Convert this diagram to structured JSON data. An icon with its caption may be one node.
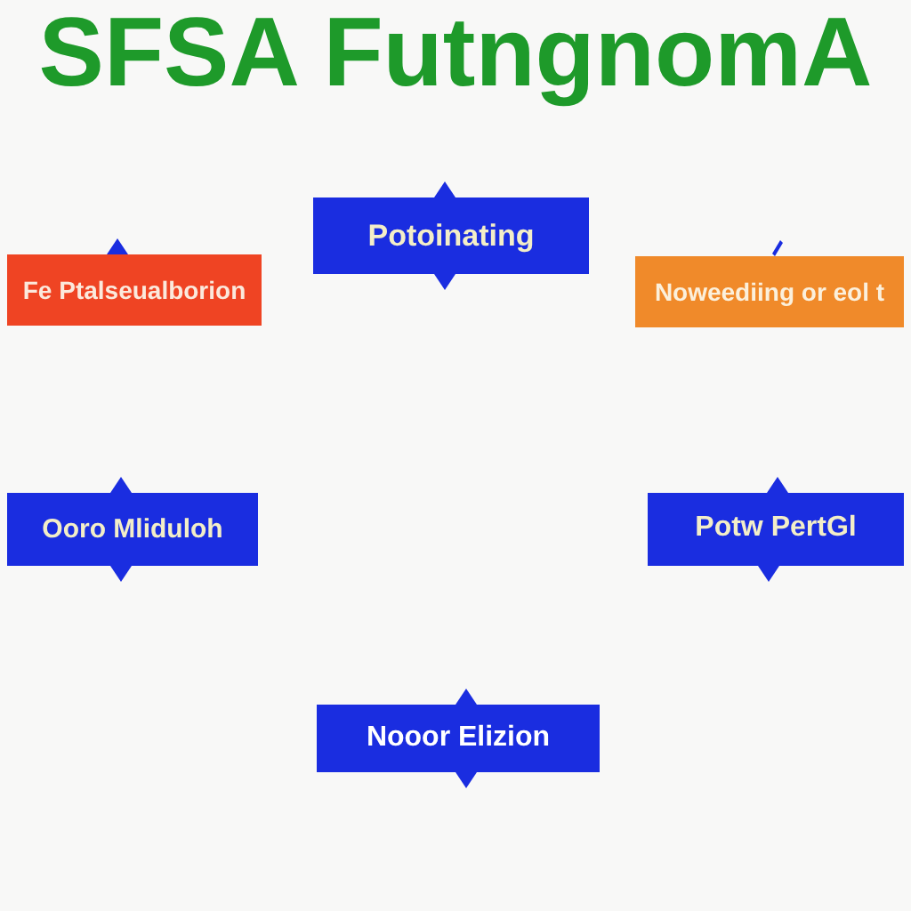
{
  "diagram": {
    "title": "SFSA FutngnomA",
    "nodes": [
      {
        "text": [
          "Potoinating"
        ]
      },
      {
        "text": [
          "Fe Ptalseualborion"
        ]
      },
      {
        "text": [
          "Noweediing or eol t"
        ]
      },
      {
        "text": [
          "Ooro Mliduloh"
        ]
      },
      {
        "text": [
          "Potw PertGl"
        ]
      },
      {
        "text": [
          "Nooor Elizion"
        ]
      }
    ]
  }
}
